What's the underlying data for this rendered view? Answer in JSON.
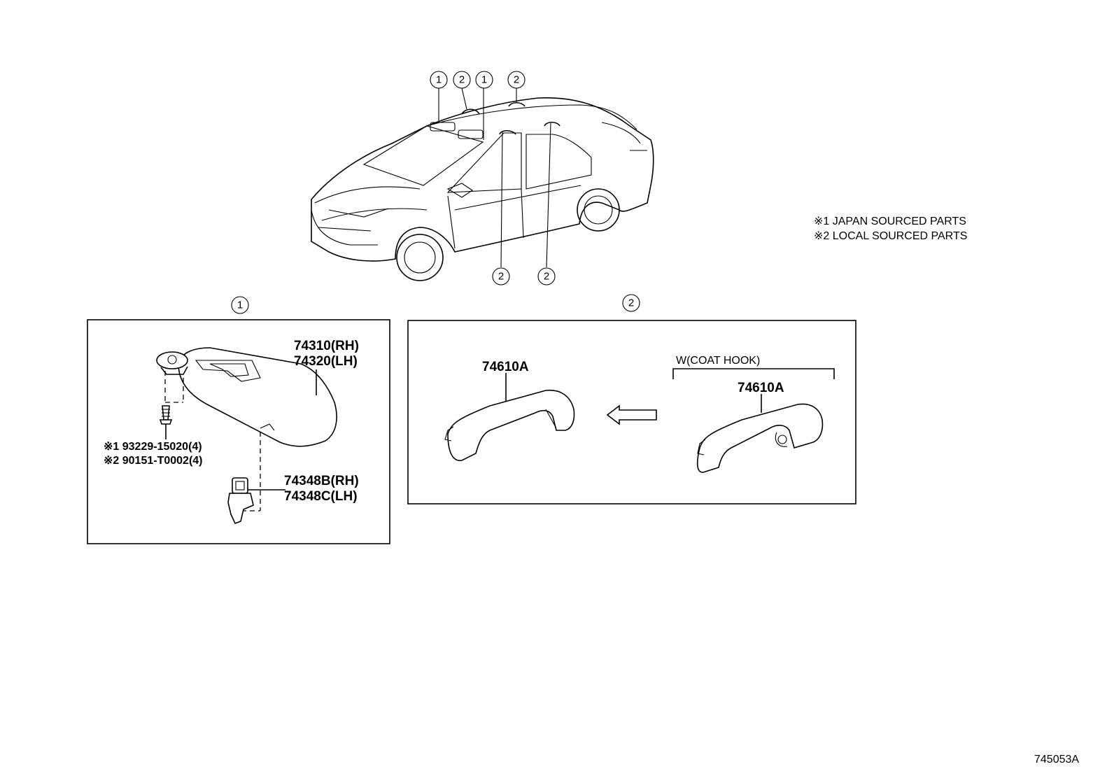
{
  "notes": {
    "japan": "※1 JAPAN SOURCED PARTS",
    "local": "※2 LOCAL SOURCED PARTS"
  },
  "car_callouts": {
    "top": [
      "1",
      "2",
      "1",
      "2"
    ],
    "bottom": [
      "2",
      "2"
    ]
  },
  "sun_visor_panel": {
    "marker": "1",
    "visor_rh": "74310(RH)",
    "visor_lh": "74320(LH)",
    "screw_japan": "※1 93229-15020(4)",
    "screw_local": "※2 90151-T0002(4)",
    "holder_rh": "74348B(RH)",
    "holder_lh": "74348C(LH)"
  },
  "assist_grip_panel": {
    "marker": "2",
    "grip_part": "74610A",
    "variant_label": "W(COAT HOOK)",
    "grip_part_coat_hook": "74610A"
  },
  "figure_id": "745053A"
}
